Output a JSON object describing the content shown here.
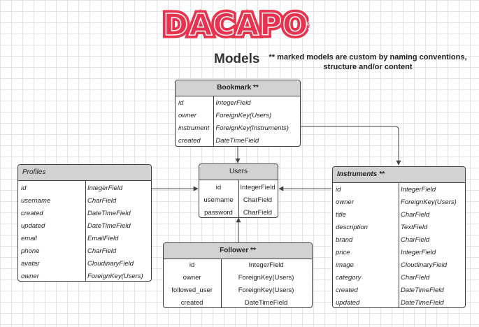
{
  "logo": {
    "text": "DACAPO",
    "icon": "music-note-icon",
    "color": "#e8334f"
  },
  "heading": {
    "title": "Models",
    "note": "** marked models are custom by naming conventions, structure and/or content"
  },
  "entities": {
    "bookmark": {
      "title": "Bookmark **",
      "fields": [
        {
          "name": "id",
          "type": "IntegerField"
        },
        {
          "name": "owner",
          "type": "ForeignKey(Users)"
        },
        {
          "name": "instrument",
          "type": "ForeignKey(Instruments)"
        },
        {
          "name": "created",
          "type": "DateTimeField"
        }
      ]
    },
    "users": {
      "title": "Users",
      "fields": [
        {
          "name": "id",
          "type": "IntegerField"
        },
        {
          "name": "username",
          "type": "CharField"
        },
        {
          "name": "password",
          "type": "CharField"
        }
      ]
    },
    "profiles": {
      "title": "Profiles",
      "fields": [
        {
          "name": "id",
          "type": "IntegerField"
        },
        {
          "name": "username",
          "type": "CharField"
        },
        {
          "name": "created",
          "type": "DateTimeField"
        },
        {
          "name": "updated",
          "type": "DateTimeField"
        },
        {
          "name": "email",
          "type": "EmailField"
        },
        {
          "name": "phone",
          "type": "CharField"
        },
        {
          "name": "avatar",
          "type": "CloudinaryField"
        },
        {
          "name": "owner",
          "type": "ForeignKey(Users)"
        }
      ]
    },
    "follower": {
      "title": "Follower **",
      "fields": [
        {
          "name": "id",
          "type": "IntegerField"
        },
        {
          "name": "owner",
          "type": "ForeignKey(Users)"
        },
        {
          "name": "followed_user",
          "type": "ForeignKey(Users)"
        },
        {
          "name": "created",
          "type": "DateTimeField"
        }
      ]
    },
    "instruments": {
      "title": "Instruments **",
      "fields": [
        {
          "name": "id",
          "type": "IntegerField"
        },
        {
          "name": "owner",
          "type": "ForeignKey(Users)"
        },
        {
          "name": "title",
          "type": "CharField"
        },
        {
          "name": "description",
          "type": "TextField"
        },
        {
          "name": "brand",
          "type": "CharField"
        },
        {
          "name": "price",
          "type": "IntegerField"
        },
        {
          "name": "image",
          "type": "CloudinaryField"
        },
        {
          "name": "category",
          "type": "CharField"
        },
        {
          "name": "created",
          "type": "DateTimeField"
        },
        {
          "name": "updated",
          "type": "DateTimeField"
        }
      ]
    }
  }
}
